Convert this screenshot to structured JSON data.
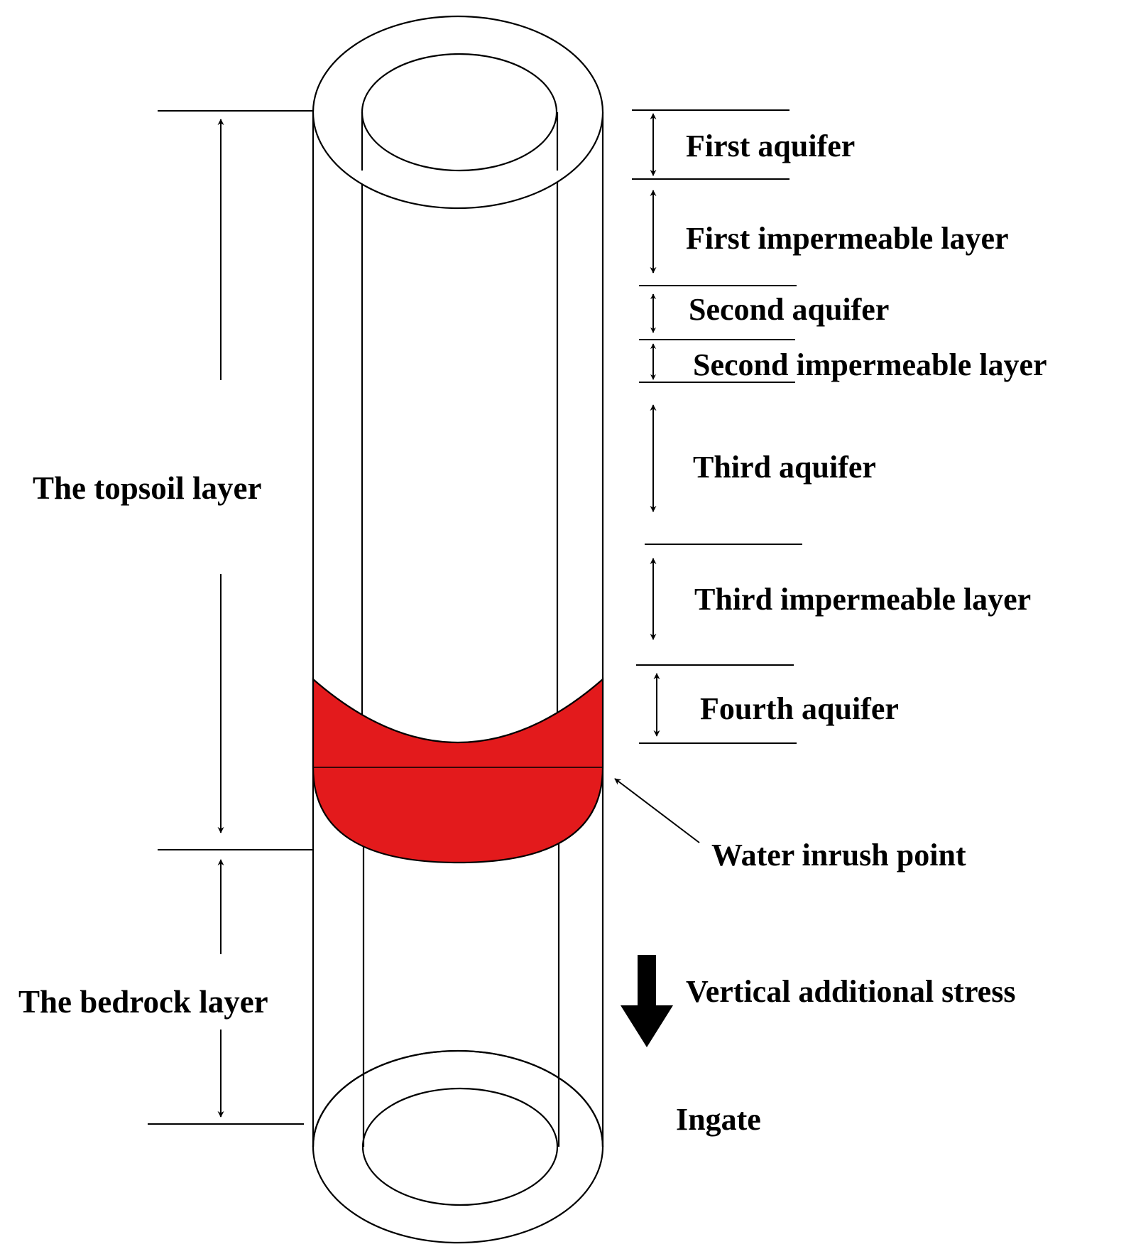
{
  "diagram": {
    "layer_labels": {
      "first_aquifer": "First aquifer",
      "first_impermeable": "First impermeable layer",
      "second_aquifer": "Second aquifer",
      "second_impermeable": "Second impermeable layer",
      "third_aquifer": "Third aquifer",
      "third_impermeable": "Third impermeable layer",
      "fourth_aquifer": "Fourth aquifer"
    },
    "water_inrush_label": "Water inrush point",
    "stress_label": "Vertical additional stress",
    "ingate_label": "Ingate",
    "topsoil_label": "The topsoil layer",
    "bedrock_label": "The bedrock layer"
  },
  "colors": {
    "inrush_band": "#e31a1c",
    "stroke": "#000000"
  }
}
